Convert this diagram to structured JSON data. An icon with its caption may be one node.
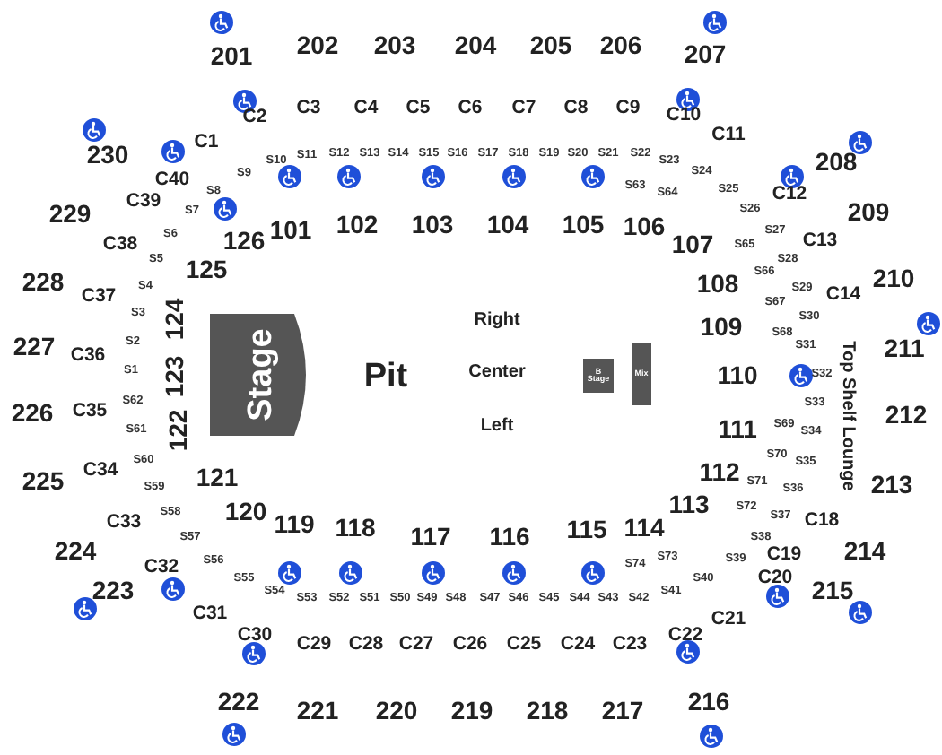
{
  "diagram": {
    "nodes": [
      {
        "text": [
          "Stage"
        ]
      },
      {
        "text": [
          "B Stage"
        ]
      },
      {
        "text": [
          "Mix"
        ]
      }
    ],
    "labels": [
      "201",
      "202",
      "203",
      "204",
      "205",
      "206",
      "207",
      "C2",
      "C3",
      "C4",
      "C5",
      "C6",
      "C7",
      "C8",
      "C9",
      "C10",
      "C1",
      "C11",
      "230",
      "S10",
      "S11",
      "S12",
      "S13",
      "S14",
      "S15",
      "S16",
      "S17",
      "S18",
      "S19",
      "S20",
      "S21",
      "S22",
      "S23",
      "208",
      "C40",
      "S9",
      "S24",
      "S8",
      "S63",
      "S64",
      "S25",
      "C12",
      "229",
      "C39",
      "S7",
      "S26",
      "209",
      "C38",
      "S6",
      "126",
      "101",
      "102",
      "103",
      "104",
      "105",
      "106",
      "107",
      "S65",
      "S27",
      "C13",
      "S5",
      "125",
      "S66",
      "S28",
      "228",
      "C37",
      "S4",
      "108",
      "S29",
      "C14",
      "210",
      "S3",
      "124",
      "Right",
      "S67",
      "S30",
      "227",
      "C36",
      "S2",
      "109",
      "S68",
      "S31",
      "211",
      "S1",
      "123",
      "Pit",
      "Center",
      "110",
      "S32",
      "226",
      "C35",
      "S62",
      "S33",
      "Top Shelf Lounge",
      "212",
      "S61",
      "122",
      "Left",
      "111",
      "S69",
      "S34",
      "S60",
      "S70",
      "S35",
      "225",
      "C34",
      "S59",
      "121",
      "112",
      "S71",
      "S36",
      "213",
      "S58",
      "120",
      "113",
      "S72",
      "C33",
      "119",
      "118",
      "115",
      "114",
      "S37",
      "C18",
      "S57",
      "117",
      "116",
      "S38",
      "224",
      "C32",
      "S56",
      "S74",
      "S73",
      "S39",
      "C19",
      "214",
      "S55",
      "S40",
      "C20",
      "223",
      "S54",
      "S53",
      "S52",
      "S51",
      "S50",
      "S49",
      "S48",
      "S47",
      "S46",
      "S45",
      "S44",
      "S43",
      "S42",
      "S41",
      "215",
      "C31",
      "C21",
      "C30",
      "C29",
      "C28",
      "C27",
      "C26",
      "C25",
      "C24",
      "C23",
      "C22",
      "222",
      "221",
      "220",
      "219",
      "218",
      "217",
      "216"
    ]
  }
}
